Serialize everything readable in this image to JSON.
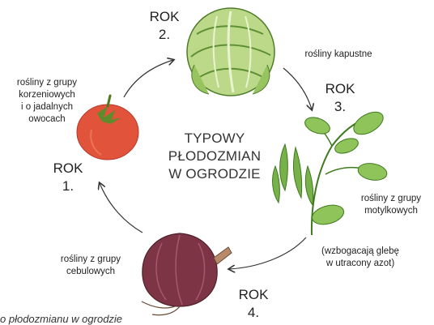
{
  "center_title": "TYPOWY\nPŁODOZMIAN\nW OGRODZIE",
  "years": {
    "y1": "ROK\n1.",
    "y2": "ROK\n2.",
    "y3": "ROK\n3.",
    "y4": "ROK\n4."
  },
  "groups": {
    "root_fruit": "rośliny z grupy\nkorzeniowych\ni o jadalnych\nowocach",
    "cabbage": "rośliny kapustne",
    "legumes": "rośliny z grupy\nmotylkowych",
    "legumes_note": "(wzbogacają glebę\nw utracony azot)",
    "onion": "rośliny z grupy\ncebulowych"
  },
  "caption": "o płodozmianu w ogrodzie",
  "colors": {
    "tomato": "#e2533c",
    "cabbage": "#bcd98a",
    "pea": "#8fc45a",
    "onion": "#7d3546",
    "arrow": "#333333"
  },
  "icons": [
    "tomato-icon",
    "cabbage-icon",
    "pea-plant-icon",
    "onion-icon"
  ]
}
